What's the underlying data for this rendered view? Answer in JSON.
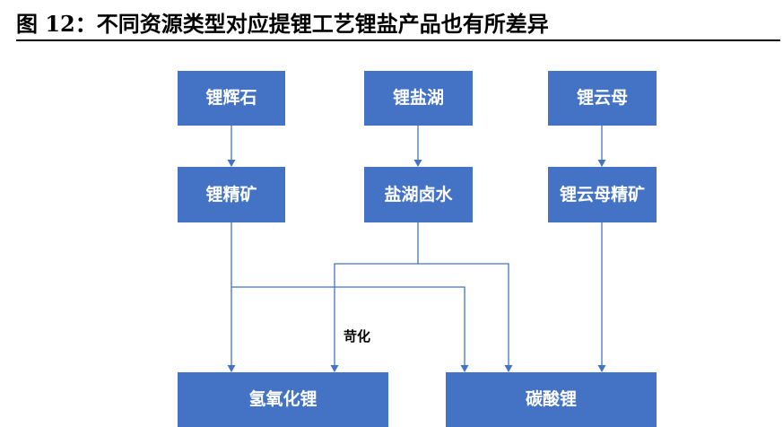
{
  "figure": {
    "title": "图 12：不同资源类型对应提锂工艺锂盐产品也有所差异"
  },
  "nodes": {
    "spodumene": "锂辉石",
    "salt_lake": "锂盐湖",
    "lepidolite": "锂云母",
    "spodumene_concentrate": "锂精矿",
    "brine": "盐湖卤水",
    "lepidolite_concentrate": "锂云母精矿",
    "lithium_hydroxide": "氢氧化锂",
    "lithium_carbonate": "碳酸锂"
  },
  "edge_labels": {
    "causticize": "苛化"
  },
  "colors": {
    "box_fill": "#4472c4",
    "box_text": "#ffffff",
    "edge": "#4472c4"
  }
}
